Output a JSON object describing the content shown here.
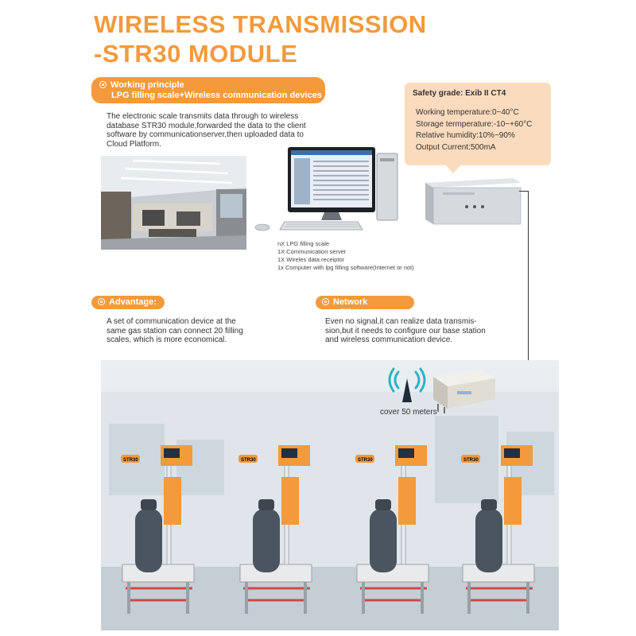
{
  "title": {
    "line1": "WIRELESS TRANSMISSION",
    "line2": "-STR30 MODULE"
  },
  "working": {
    "heading1": "Working principle",
    "heading2": "LPG filling scale+Wireless communication devices",
    "text_lines": [
      "The electronic scale transmits data through to wireless",
      "database STR30 module,forwarded the data to the client",
      "software by communicationserver,then uploaded data to",
      "Cloud Platform."
    ]
  },
  "equipment": [
    "nX LPG filling scale",
    "1X Communication server",
    "1X Wireles data receiptor",
    "1x Computer with lpg filling software(Internet or not)"
  ],
  "safety": {
    "grade": "Safety grade: Exib II CT4",
    "specs": [
      "Working temperature:0~40°C",
      "Storage termperature:-10~+60°C",
      "Relative humidity:10%~90%",
      "Output Current:500mA"
    ]
  },
  "advantage": {
    "heading": "Advantage:",
    "text_lines": [
      "A set of communication device at the",
      "same gas station can connect 20 filling",
      "scales, which is more economical."
    ]
  },
  "network": {
    "heading": "Network conditions",
    "text_lines": [
      "Even no signal,it can realize data transmis-",
      "sion,but it needs to configure our base station",
      "and wireless communication device."
    ]
  },
  "cover": "cover 50 meters",
  "scales": [
    {
      "label": "STR30"
    },
    {
      "label": "STR30"
    },
    {
      "label": "STR30"
    },
    {
      "label": "STR30"
    }
  ],
  "colors": {
    "accent": "#f39a3c",
    "safety_bg": "#fbdbbd"
  }
}
